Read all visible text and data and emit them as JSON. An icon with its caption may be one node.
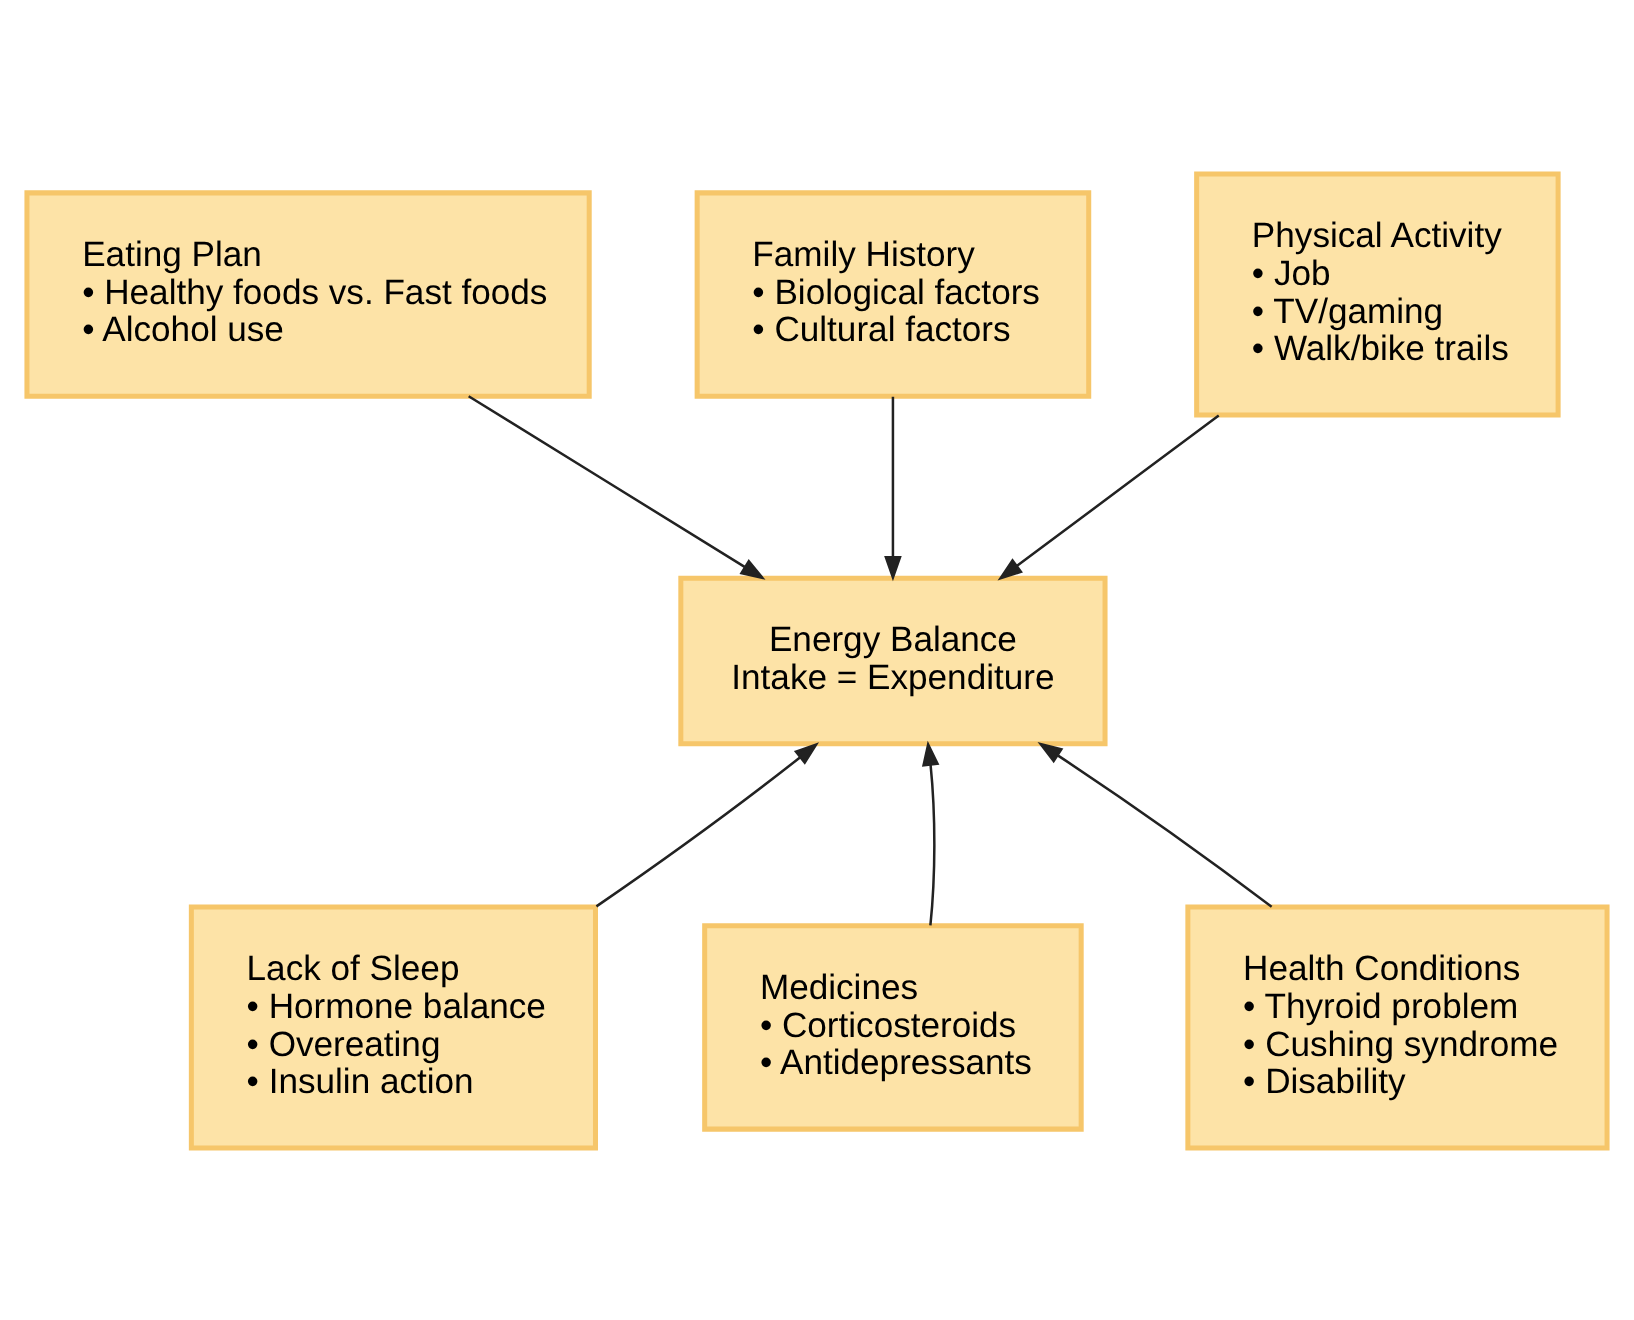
{
  "diagram": {
    "nodes": [
      {
        "text": [
          "Family History",
          "• Biological factors",
          "• Cultural factors"
        ]
      },
      {
        "text": [
          "Eating Plan",
          "• Healthy foods vs. Fast foods",
          "• Alcohol use"
        ]
      },
      {
        "text": [
          "Physical Activity",
          "• Job",
          "• TV/gaming",
          "• Walk/bike trails"
        ]
      },
      {
        "text": [
          "Energy Balance",
          "Intake = Expenditure"
        ]
      },
      {
        "text": [
          "Lack of Sleep",
          "• Hormone balance",
          "• Overeating",
          "• Insulin action"
        ]
      },
      {
        "text": [
          "Health Conditions",
          "• Thyroid problem",
          "• Cushing syndrome",
          "• Disability"
        ]
      },
      {
        "text": [
          "Medicines",
          "• Corticosteroids",
          "• Antidepressants"
        ]
      }
    ],
    "edges": [
      {
        "from": 0,
        "to": 3,
        "arrow": "to"
      },
      {
        "from": 1,
        "to": 3,
        "arrow": "to"
      },
      {
        "from": 2,
        "to": 3,
        "arrow": "to"
      },
      {
        "from": 4,
        "to": 3,
        "arrow": "to"
      },
      {
        "from": 5,
        "to": 3,
        "arrow": "to"
      },
      {
        "from": 6,
        "to": 3,
        "arrow": "to"
      }
    ]
  }
}
